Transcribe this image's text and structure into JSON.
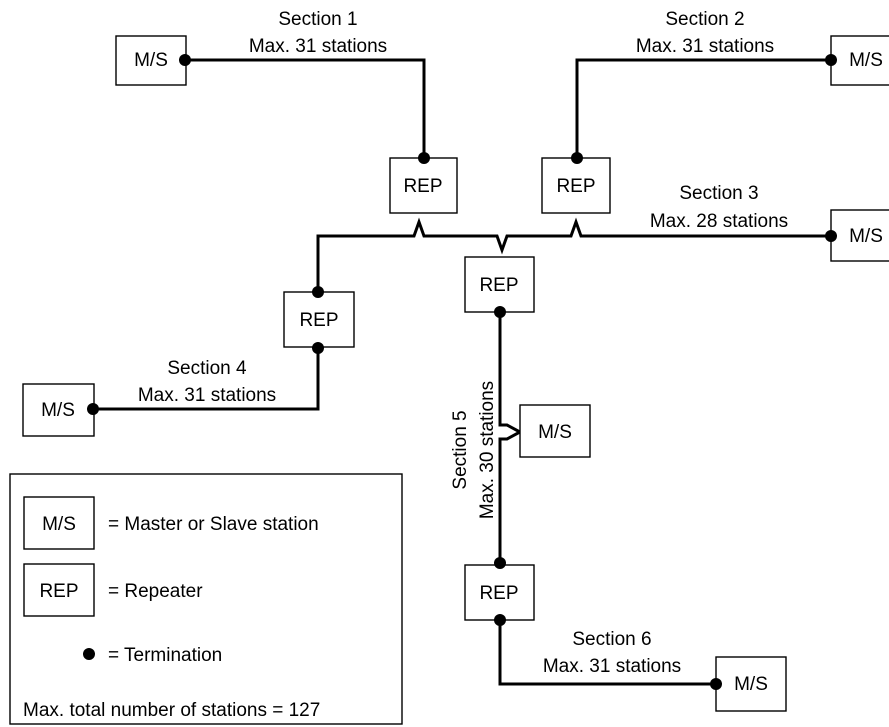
{
  "stations": {
    "ms": "M/S",
    "rep": "REP"
  },
  "sections": {
    "s1": {
      "name": "Section 1",
      "max": "Max. 31 stations"
    },
    "s2": {
      "name": "Section 2",
      "max": "Max. 31 stations"
    },
    "s3": {
      "name": "Section 3",
      "max": "Max. 28 stations"
    },
    "s4": {
      "name": "Section 4",
      "max": "Max. 31 stations"
    },
    "s5": {
      "name": "Section 5",
      "max": "Max. 30 stations"
    },
    "s6": {
      "name": "Section 6",
      "max": "Max. 31 stations"
    }
  },
  "legend": {
    "ms_symbol": "M/S",
    "ms_text": "= Master or Slave station",
    "rep_symbol": "REP",
    "rep_text": "= Repeater",
    "term_text": "= Termination",
    "total": "Max. total number of stations = 127"
  }
}
